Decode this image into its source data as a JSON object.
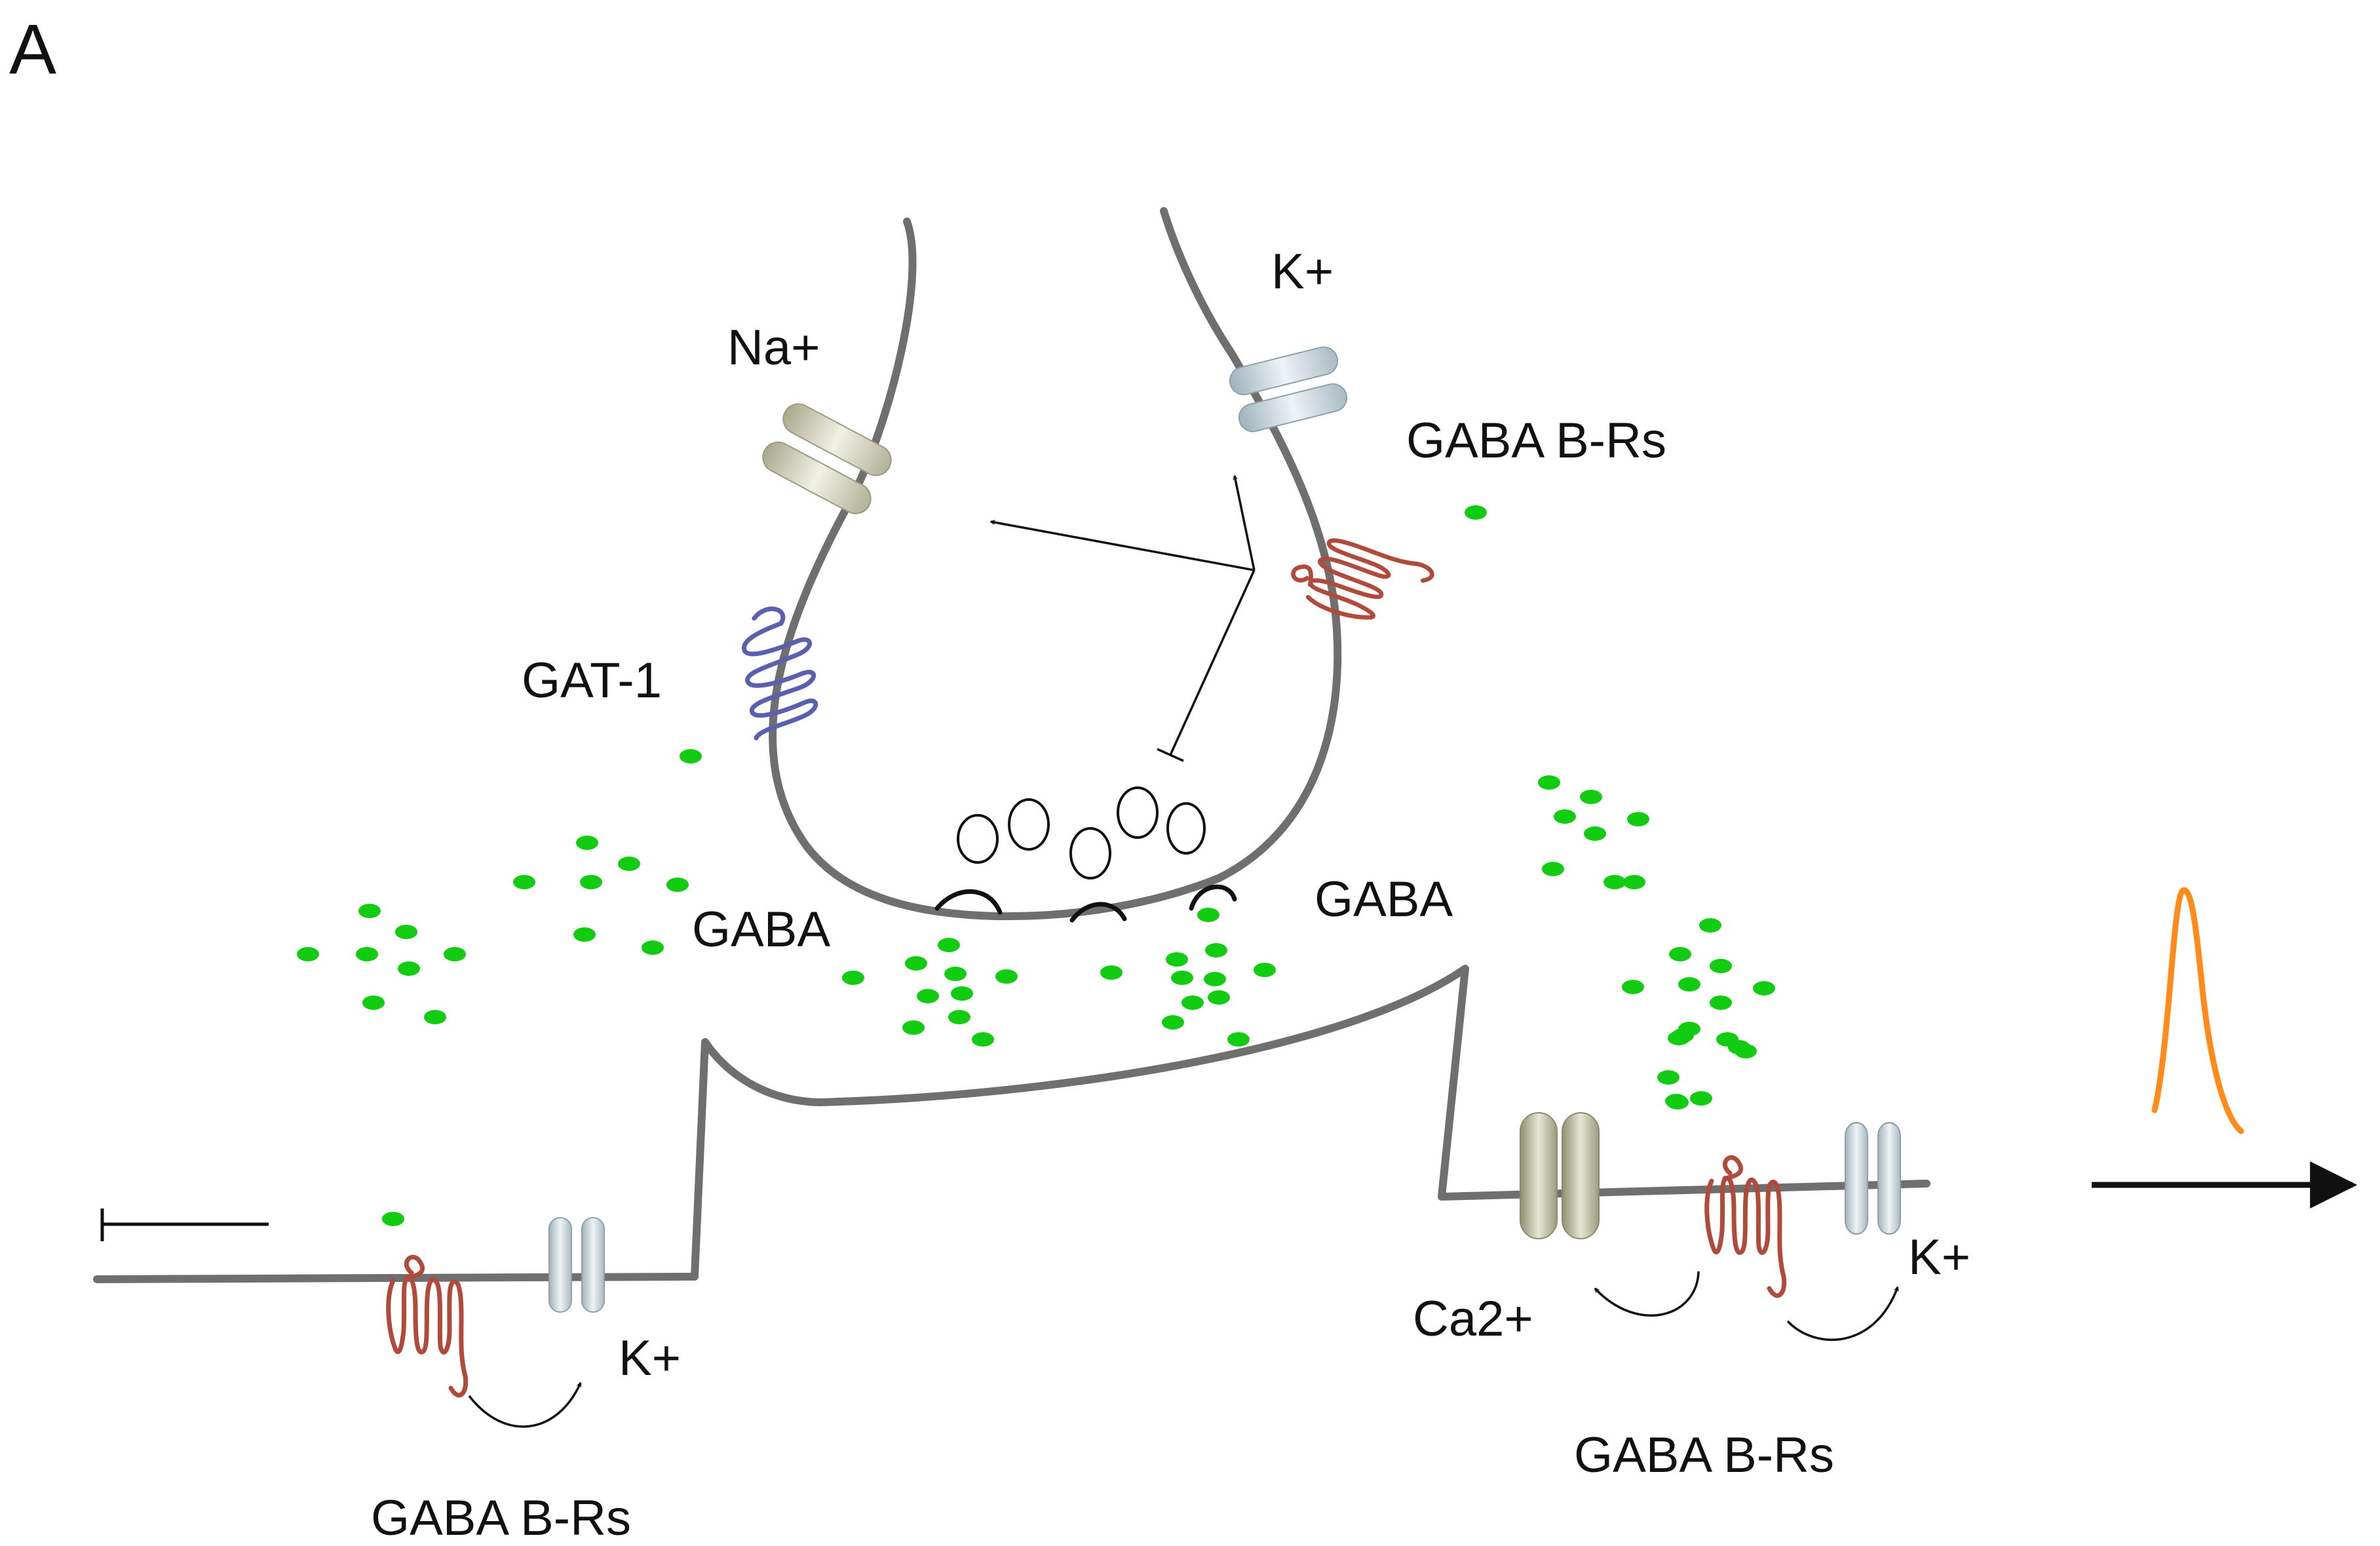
{
  "panel_label": "A",
  "labels": {
    "na": "Na+",
    "k_top": "K+",
    "gabab_top": "GABA B-Rs",
    "gat1": "GAT-1",
    "gaba_left": "GABA",
    "gaba_right": "GABA",
    "k_left": "K+",
    "gabab_left": "GABA B-Rs",
    "ca": "Ca2+",
    "k_right": "K+",
    "gabab_right": "GABA B-Rs"
  },
  "colors": {
    "membrane": "#6f6f6f",
    "gaba_dot": "#11cc11",
    "gabab_receptor": "#b04a3a",
    "gat1_transporter": "#5a5fb0",
    "k_channel": "#b8c8d0",
    "na_channel": "#c8c8b0",
    "ca_channel": "#b8b89a",
    "action_potential": "#ff8c1a"
  },
  "icons": {
    "k_channels": "potassium-channel-icon",
    "na_channel": "sodium-channel-icon",
    "ca_channel": "calcium-channel-icon",
    "receptors": "gaba-b-receptor-icon",
    "transporter": "gat-1-transporter-icon",
    "spike": "action-potential-icon"
  }
}
